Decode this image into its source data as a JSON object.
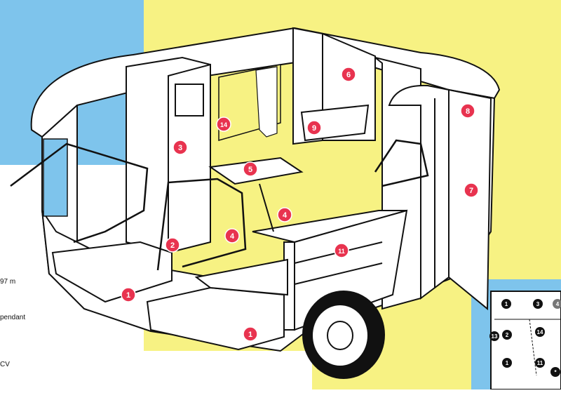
{
  "colors": {
    "blue": "#7ec4ec",
    "yellow": "#f7f283",
    "marker": "#e8334f",
    "line": "#111111"
  },
  "side_text": {
    "line1": "97 m",
    "line2": "pendant",
    "line3": "CV"
  },
  "markers": [
    {
      "id": "m1a",
      "label": "1"
    },
    {
      "id": "m1b",
      "label": "1"
    },
    {
      "id": "m2",
      "label": "2"
    },
    {
      "id": "m3",
      "label": "3"
    },
    {
      "id": "m4a",
      "label": "4"
    },
    {
      "id": "m4b",
      "label": "4"
    },
    {
      "id": "m5",
      "label": "5"
    },
    {
      "id": "m6",
      "label": "6"
    },
    {
      "id": "m7",
      "label": "7"
    },
    {
      "id": "m8",
      "label": "8"
    },
    {
      "id": "m9",
      "label": "9"
    },
    {
      "id": "m11",
      "label": "11"
    },
    {
      "id": "m14",
      "label": "14"
    }
  ],
  "plan_markers": [
    {
      "id": "p1a",
      "label": "1"
    },
    {
      "id": "p3",
      "label": "3"
    },
    {
      "id": "p4",
      "label": "4"
    },
    {
      "id": "p2",
      "label": "2"
    },
    {
      "id": "p13",
      "label": "13"
    },
    {
      "id": "p14",
      "label": "14"
    },
    {
      "id": "p1b",
      "label": "1"
    },
    {
      "id": "p11",
      "label": "11"
    },
    {
      "id": "pstar",
      "label": "*"
    }
  ]
}
